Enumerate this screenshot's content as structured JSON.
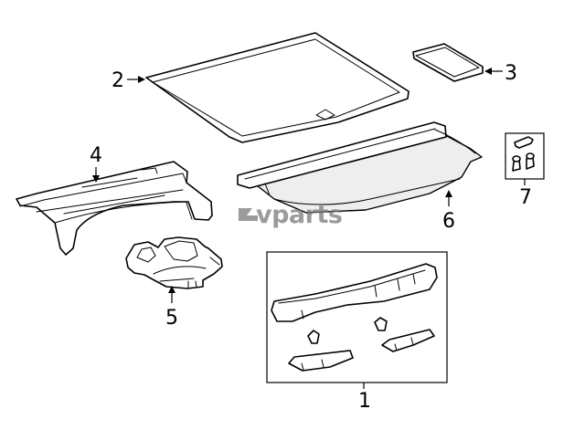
{
  "callouts": [
    "1",
    "2",
    "3",
    "4",
    "5",
    "6",
    "7"
  ],
  "watermark": {
    "text": "vparts",
    "color": "#7a7a7a",
    "icon": "logo-mark-icon"
  },
  "colors": {
    "line": "#000000",
    "background": "#ffffff"
  }
}
